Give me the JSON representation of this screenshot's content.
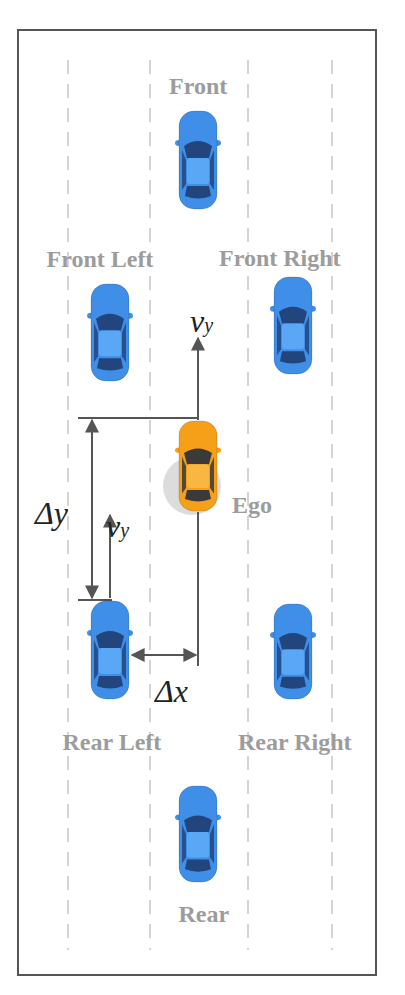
{
  "diagram": {
    "nodes": [
      {
        "text": [
          "Front"
        ]
      },
      {
        "text": [
          "Front Left"
        ]
      },
      {
        "text": [
          "Front Right"
        ]
      },
      {
        "text": [
          "Ego"
        ]
      },
      {
        "text": [
          "Rear Left"
        ]
      },
      {
        "text": [
          "Rear Right"
        ]
      },
      {
        "text": [
          "Rear"
        ]
      }
    ],
    "labels": [
      "vy",
      "vy",
      "Δy",
      "Δx"
    ]
  }
}
